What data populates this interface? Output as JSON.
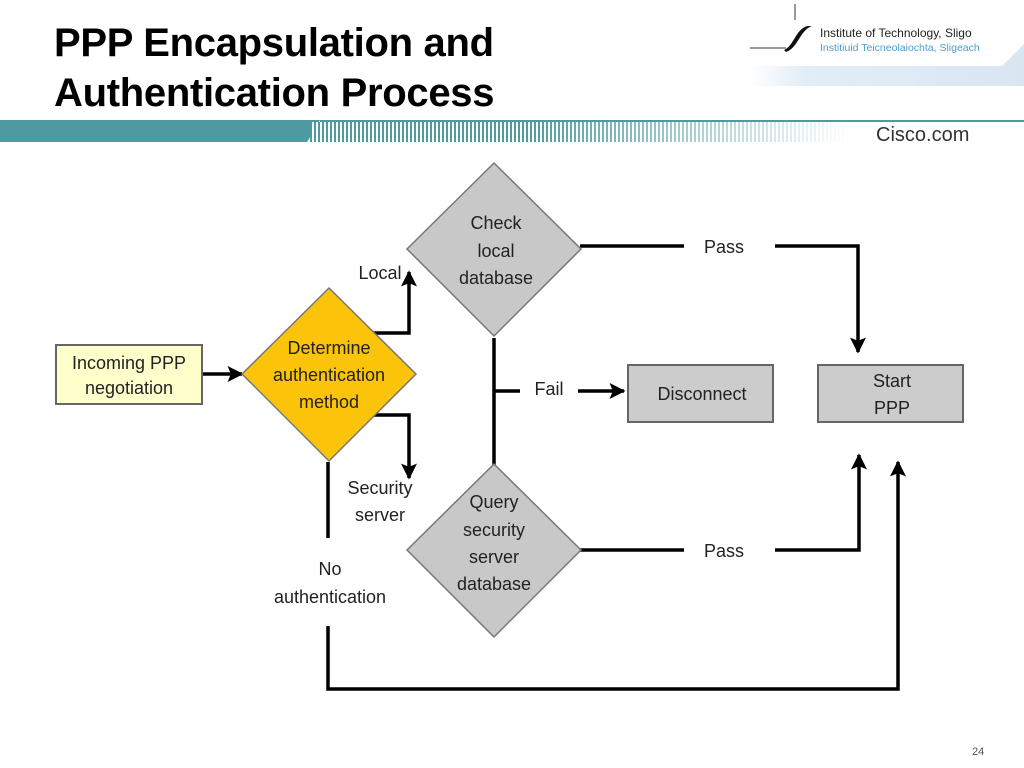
{
  "slide": {
    "title_line1": "PPP Encapsulation and",
    "title_line2": "Authentication Process",
    "page_number": "24"
  },
  "logo": {
    "name": "Institute of Technology, Sligo",
    "subtitle": "Institiuid Teicneolaiochta, Sligeach"
  },
  "banner": {
    "brand": "Cisco.com"
  },
  "colors": {
    "decision_primary": "#fcc30b",
    "decision_secondary": "#c8c8c8",
    "start_box": "#ffffcc",
    "process_box": "#cccccc",
    "banner_teal": "#4e9aa0",
    "logo_blue": "#4a9fd0"
  },
  "diagram": {
    "nodes": {
      "incoming": {
        "lines": [
          "Incoming PPP",
          "negotiation"
        ]
      },
      "determine": {
        "lines": [
          "Determine",
          "authentication",
          "method"
        ]
      },
      "check_local": {
        "lines": [
          "Check",
          "local",
          "database"
        ]
      },
      "query_server": {
        "lines": [
          "Query",
          "security",
          "server",
          "database"
        ]
      },
      "disconnect": {
        "lines": [
          "Disconnect"
        ]
      },
      "start_ppp": {
        "lines": [
          "Start",
          "PPP"
        ]
      }
    },
    "edge_labels": {
      "local": "Local",
      "security_server": [
        "Security",
        "server"
      ],
      "no_auth": [
        "No",
        "authentication"
      ],
      "pass_local": "Pass",
      "pass_server": "Pass",
      "fail": "Fail"
    }
  }
}
